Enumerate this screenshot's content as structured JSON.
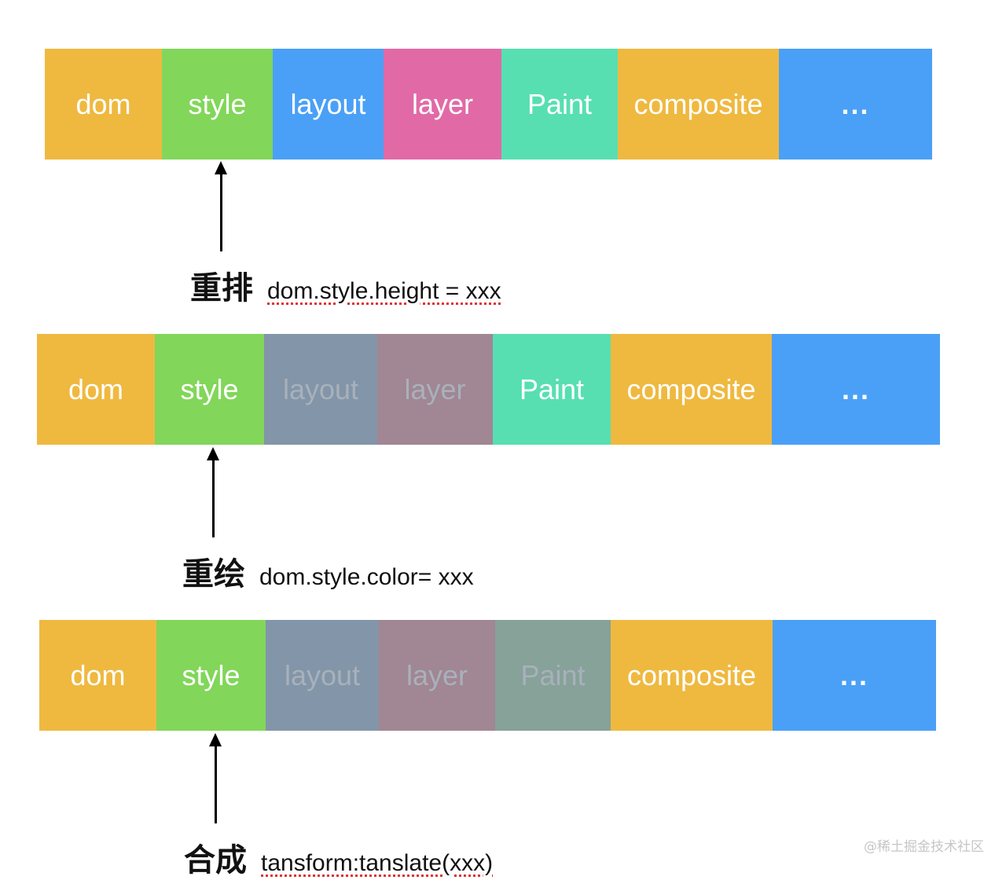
{
  "colors": {
    "orange": "#efb940",
    "green": "#82d65a",
    "blue": "#4aa0f6",
    "pink": "#e16aa6",
    "teal": "#57dfb2",
    "dim_blue_gray": "#8395a8",
    "dim_mauve": "#a18693",
    "dim_sage": "#87a299"
  },
  "rows": [
    {
      "stages": [
        "dom",
        "style",
        "layout",
        "layer",
        "Paint",
        "composite",
        "..."
      ],
      "caption_cn": "重排",
      "caption_code": "dom.style.height = xxx"
    },
    {
      "stages": [
        "dom",
        "style",
        "layout",
        "layer",
        "Paint",
        "composite",
        "..."
      ],
      "caption_cn": "重绘",
      "caption_code": "dom.style.color= xxx"
    },
    {
      "stages": [
        "dom",
        "style",
        "layout",
        "layer",
        "Paint",
        "composite",
        "..."
      ],
      "caption_cn": "合成",
      "caption_code": "tansform:tanslate(xxx)"
    }
  ],
  "watermark": "@稀土掘金技术社区"
}
